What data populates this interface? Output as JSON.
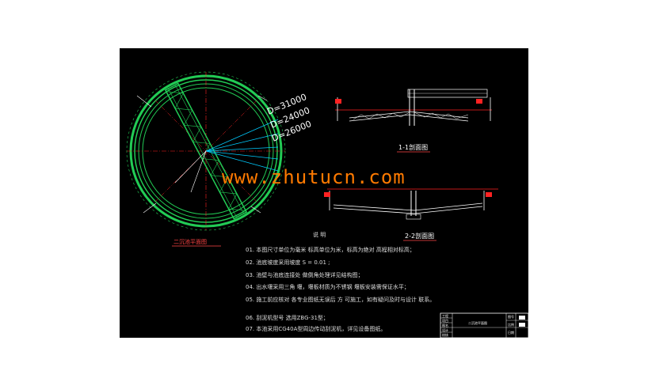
{
  "drawing": {
    "plan_title": "二沉池平面图",
    "section1_title": "1-1剖面图",
    "section2_title": "2-2剖面图",
    "notes_title": "说 明",
    "dimensions": [
      "D=31000",
      "D=24000",
      "D=26000"
    ],
    "watermark": "www.zhutucn.com",
    "notes": [
      {
        "num": "01.",
        "text": "本图尺寸单位为毫米    标高单位为米，标高为绝对      高程相对标高；"
      },
      {
        "num": "02.",
        "text": "池底坡度采用坡度      S = 0.01 ;"
      },
      {
        "num": "03.",
        "text": "池壁与池底连接处      做倒角处理详见结构图；"
      },
      {
        "num": "04.",
        "text": "出水堰采用三角      堰，堰板材质为不锈钢      堰板安装需保证水平；"
      },
      {
        "num": "05.",
        "text": "施工前应核对      各专业图纸无误后  方      可施工，如有疑问及时与设计      联系。"
      },
      {
        "num": "06.",
        "text": "刮泥机型号      选用ZBG-31型；"
      },
      {
        "num": "07.",
        "text": "本池采用CG40A型周边传动刮泥机，详见设备图纸。"
      }
    ],
    "title_block": {
      "rows": [
        "工程",
        "项目",
        "图名",
        "设计",
        "校核"
      ],
      "name": "二沉池平面图",
      "right": [
        "图号",
        "比例",
        "日期"
      ]
    }
  },
  "colors": {
    "background": "#000000",
    "tank_ring": "#22cc55",
    "dimension": "#00ccff",
    "section_line": "#ffffff",
    "red_line": "#ff2222",
    "watermark": "#ff7a00"
  }
}
